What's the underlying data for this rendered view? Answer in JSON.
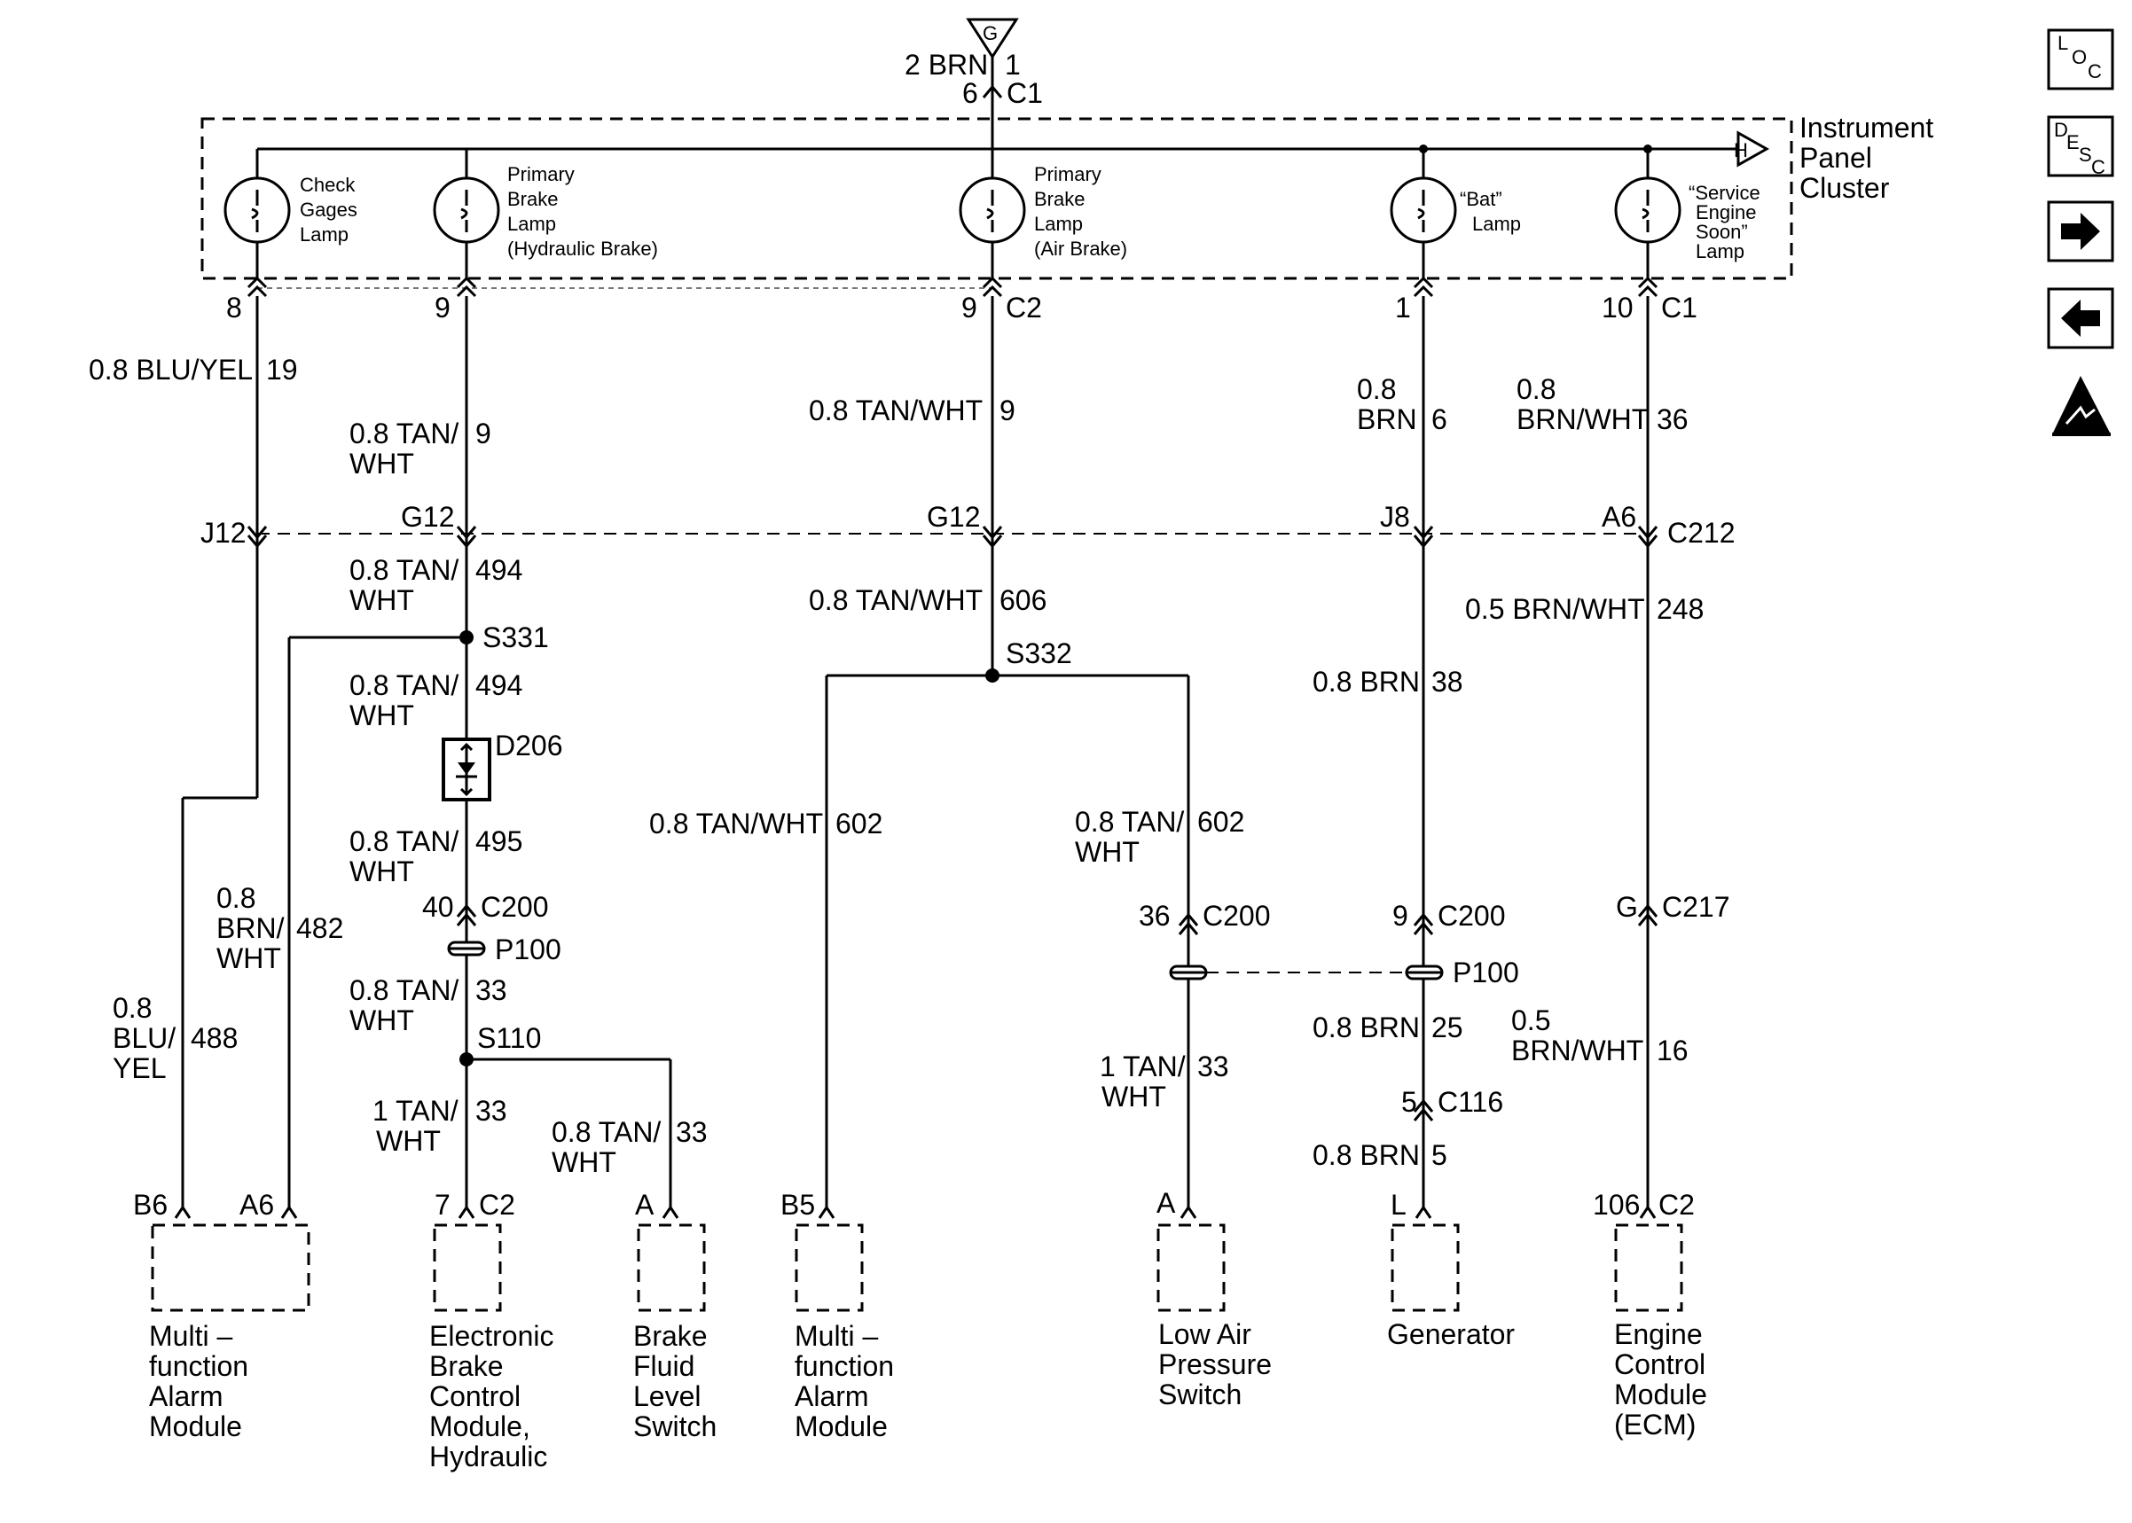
{
  "ground": {
    "label": "G",
    "wire": "2 BRN",
    "circuit": "1",
    "pin": "6",
    "connector": "C1"
  },
  "cluster": {
    "name": [
      "Instrument",
      "Panel",
      "Cluster"
    ],
    "splice_tag": "H"
  },
  "lamps": [
    {
      "lines": [
        "Check",
        "Gages",
        "Lamp"
      ]
    },
    {
      "lines": [
        "Primary",
        "Brake",
        "Lamp",
        "(Hydraulic Brake)"
      ]
    },
    {
      "lines": [
        "Primary",
        "Brake",
        "Lamp",
        "(Air Brake)"
      ]
    },
    {
      "lines": [
        "“Bat”",
        "Lamp"
      ]
    },
    {
      "lines": [
        "“Service",
        "Engine",
        "Soon”",
        "Lamp"
      ]
    }
  ],
  "cluster_pins": [
    {
      "pin": "8",
      "connector": ""
    },
    {
      "pin": "9",
      "connector": ""
    },
    {
      "pin": "9",
      "connector": "C2"
    },
    {
      "pin": "1",
      "connector": ""
    },
    {
      "pin": "10",
      "connector": "C1"
    }
  ],
  "wires": [
    {
      "lines": [
        "0.8  BLU/YEL"
      ],
      "circuit": "19"
    },
    {
      "lines": [
        "0.8 TAN/",
        "WHT"
      ],
      "circuit": "9"
    },
    {
      "lines": [
        "0.8  TAN/WHT"
      ],
      "circuit": "9"
    },
    {
      "lines": [
        "0.8",
        "BRN"
      ],
      "circuit": "6"
    },
    {
      "lines": [
        "0.8",
        "BRN/WHT"
      ],
      "circuit": "36"
    },
    {
      "lines": [
        "0.8 TAN/",
        "WHT"
      ],
      "circuit": "494"
    },
    {
      "lines": [
        "0.8  TAN/WHT"
      ],
      "circuit": "606"
    },
    {
      "lines": [
        "0.5 BRN/WHT"
      ],
      "circuit": "248"
    },
    {
      "lines": [
        "0.8 TAN/",
        "WHT"
      ],
      "circuit": "494"
    },
    {
      "lines": [
        "0.8 BRN"
      ],
      "circuit": "38"
    },
    {
      "lines": [
        "0.8 TAN/WHT"
      ],
      "circuit": "602"
    },
    {
      "lines": [
        "0.8 TAN/",
        "WHT"
      ],
      "circuit": "602"
    },
    {
      "lines": [
        "0.8 TAN/",
        "WHT"
      ],
      "circuit": "495"
    },
    {
      "lines": [
        "0.8",
        "BRN/",
        "WHT"
      ],
      "circuit": "482"
    },
    {
      "lines": [
        "0.8 TAN/",
        "WHT"
      ],
      "circuit": "33"
    },
    {
      "lines": [
        "0.8 BRN"
      ],
      "circuit": "25"
    },
    {
      "lines": [
        "0.5",
        "BRN/WHT"
      ],
      "circuit": "16"
    },
    {
      "lines": [
        "0.8",
        "BLU/",
        "YEL"
      ],
      "circuit": "488"
    },
    {
      "lines": [
        "1 TAN/",
        "WHT"
      ],
      "circuit": "33"
    },
    {
      "lines": [
        "1 TAN/",
        "WHT"
      ],
      "circuit": "33"
    },
    {
      "lines": [
        "0.8 TAN/",
        "WHT"
      ],
      "circuit": "33"
    },
    {
      "lines": [
        "0.8 BRN"
      ],
      "circuit": "5"
    }
  ],
  "c212": {
    "pins": [
      "J12",
      "G12",
      "G12",
      "J8",
      "A6"
    ],
    "name": "C212"
  },
  "splices": [
    "S331",
    "S332",
    "S110"
  ],
  "diode": "D206",
  "c200": {
    "pins": [
      "40",
      "36",
      "9"
    ],
    "name": "C200"
  },
  "p100": "P100",
  "c217": {
    "pin": "G",
    "name": "C217"
  },
  "c116": {
    "pin": "5",
    "name": "C116"
  },
  "components": [
    {
      "pins": [
        "B6",
        "A6"
      ],
      "connector": "",
      "lines": [
        "Multi –",
        "function",
        "Alarm",
        "Module"
      ]
    },
    {
      "pins": [
        "7"
      ],
      "connector": "C2",
      "lines": [
        "Electronic",
        "Brake",
        "Control",
        "Module,",
        "Hydraulic"
      ]
    },
    {
      "pins": [
        "A"
      ],
      "connector": "",
      "lines": [
        "Brake",
        "Fluid",
        "Level",
        "Switch"
      ]
    },
    {
      "pins": [
        "B5"
      ],
      "connector": "",
      "lines": [
        "Multi –",
        "function",
        "Alarm",
        "Module"
      ]
    },
    {
      "pins": [
        "A"
      ],
      "connector": "",
      "lines": [
        "Low Air",
        "Pressure",
        "Switch"
      ]
    },
    {
      "pins": [
        "L"
      ],
      "connector": "",
      "lines": [
        "Generator"
      ]
    },
    {
      "pins": [
        "106"
      ],
      "connector": "C2",
      "lines": [
        "Engine",
        "Control",
        "Module",
        "(ECM)"
      ]
    }
  ],
  "side_buttons": [
    {
      "name": "loc",
      "letters": [
        "L",
        "O",
        "C"
      ]
    },
    {
      "name": "desc",
      "letters": [
        "D",
        "E",
        "S",
        "C"
      ]
    },
    {
      "name": "next",
      "icon": "arrow-right-icon"
    },
    {
      "name": "prev",
      "icon": "arrow-left-icon"
    },
    {
      "name": "esd",
      "icon": "esd-warning-icon"
    }
  ]
}
